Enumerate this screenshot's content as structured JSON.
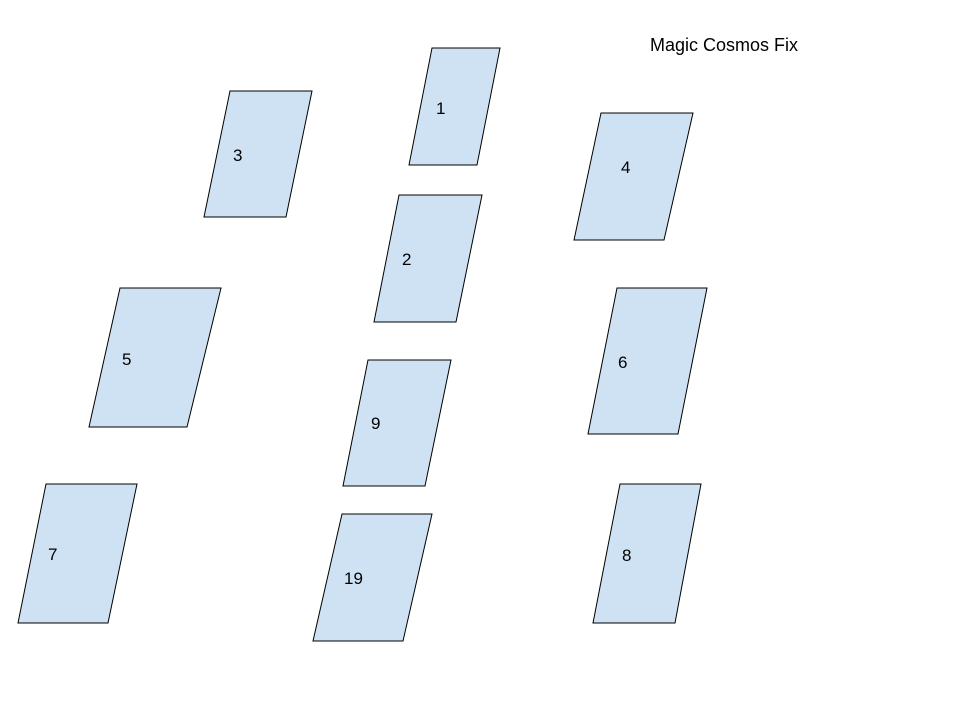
{
  "diagram": {
    "title": "Magic Cosmos Fix",
    "fill_color": "#cfe2f3",
    "stroke_color": "#000000",
    "cards": [
      {
        "label": "1"
      },
      {
        "label": "2"
      },
      {
        "label": "3"
      },
      {
        "label": "4"
      },
      {
        "label": "5"
      },
      {
        "label": "6"
      },
      {
        "label": "7"
      },
      {
        "label": "8"
      },
      {
        "label": "9"
      },
      {
        "label": "19"
      }
    ]
  }
}
